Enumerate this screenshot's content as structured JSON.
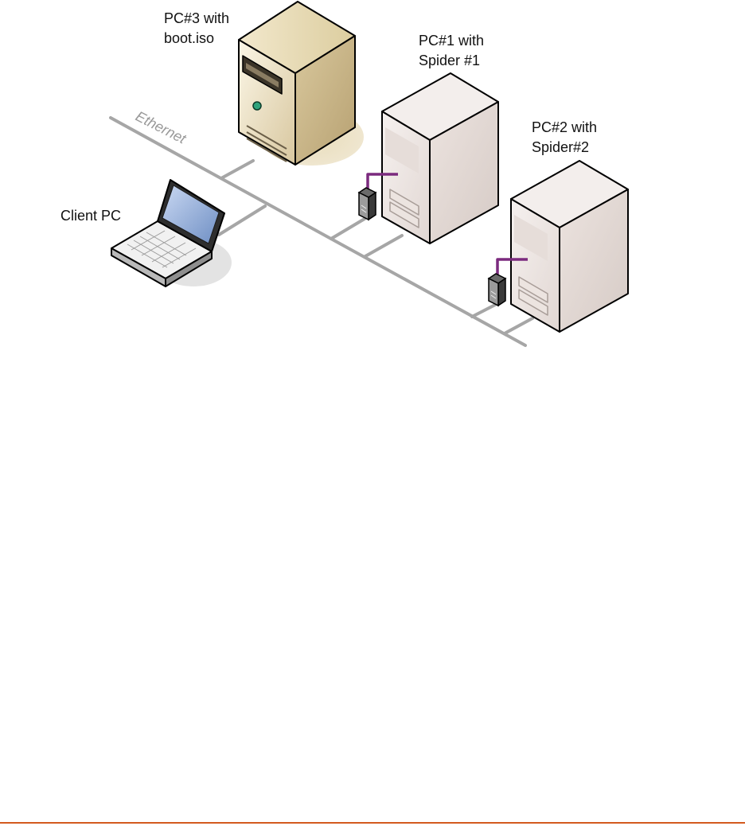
{
  "diagram": {
    "nodes": {
      "pc3": {
        "label_line1": "PC#3 with",
        "label_line2": "boot.iso"
      },
      "pc1": {
        "label_line1": "PC#1 with",
        "label_line2": "Spider #1"
      },
      "pc2": {
        "label_line1": "PC#2 with",
        "label_line2": "Spider#2"
      },
      "client": {
        "label": "Client PC"
      }
    },
    "network": {
      "label": "Ethernet"
    }
  },
  "colors": {
    "ethernet_line": "#a6a6a6",
    "spider_cable": "#7b2a7e",
    "tower_beige": "#e8dcbc",
    "tower_grey": "#e6dedb",
    "footer_rule": "#d35a1e"
  },
  "icons": [
    "server-tower-icon",
    "tower-pc-icon",
    "laptop-icon",
    "spider-kvm-icon"
  ]
}
